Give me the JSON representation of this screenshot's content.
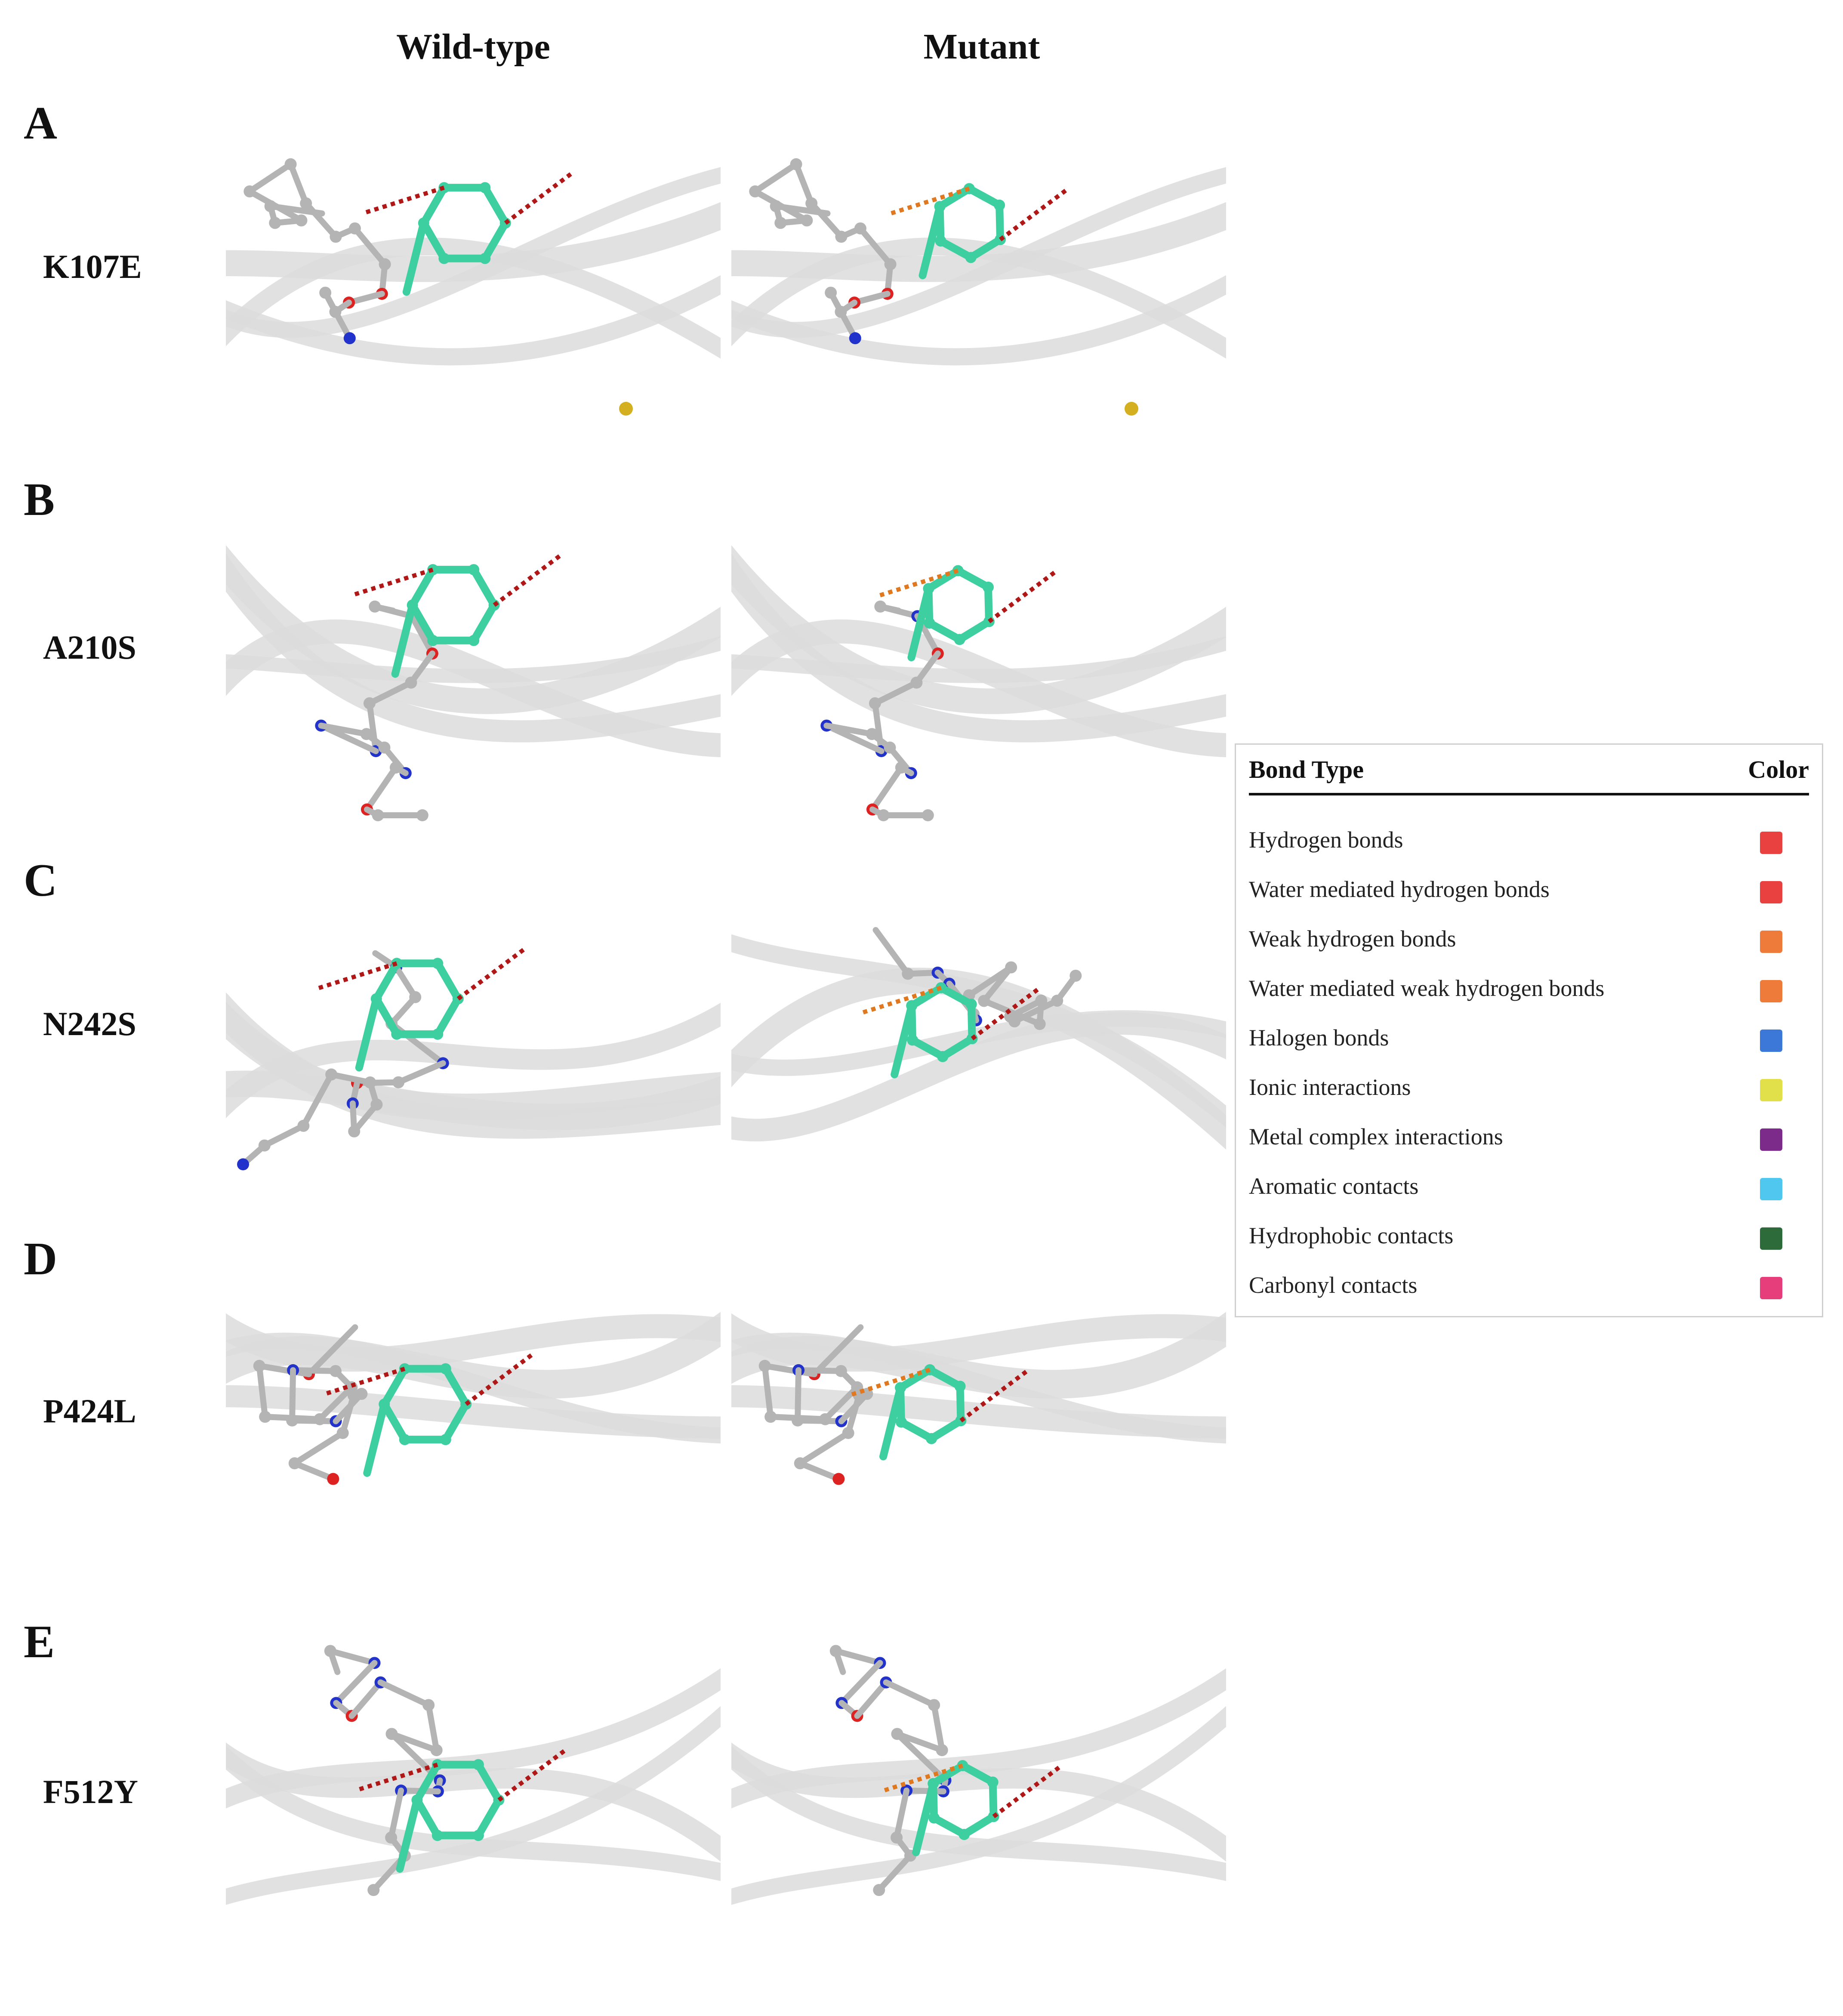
{
  "headers": {
    "wild_type": "Wild-type",
    "mutant": "Mutant"
  },
  "rows": [
    {
      "letter": "A",
      "mutation": "K107E"
    },
    {
      "letter": "B",
      "mutation": "A210S"
    },
    {
      "letter": "C",
      "mutation": "N242S"
    },
    {
      "letter": "D",
      "mutation": "P424L"
    },
    {
      "letter": "E",
      "mutation": "F512Y"
    }
  ],
  "legend": {
    "header_bond_type": "Bond Type",
    "header_color": "Color",
    "items": [
      {
        "label": "Hydrogen bonds",
        "color": "#e8413f"
      },
      {
        "label": "Water mediated hydrogen bonds",
        "color": "#e8413f"
      },
      {
        "label": "Weak hydrogen bonds",
        "color": "#ee7b3a"
      },
      {
        "label": "Water mediated weak hydrogen bonds",
        "color": "#ee7b3a"
      },
      {
        "label": "Halogen bonds",
        "color": "#3b78d8"
      },
      {
        "label": "Ionic interactions",
        "color": "#e2e04a"
      },
      {
        "label": "Metal complex interactions",
        "color": "#7d2b8b"
      },
      {
        "label": "Aromatic contacts",
        "color": "#4fc7ef"
      },
      {
        "label": "Hydrophobic contacts",
        "color": "#2e6b3a"
      },
      {
        "label": "Carbonyl contacts",
        "color": "#e63e7b"
      }
    ]
  },
  "colors": {
    "ribbon": "#dcdcdc",
    "carbon": "#b4b4b4",
    "mutated_residue": "#3ecfa0",
    "nitrogen": "#2233cc",
    "oxygen": "#dd2222",
    "sulfur": "#d4b020",
    "h_bond_dash": "#b01818",
    "weak_bond_dash": "#e07820"
  }
}
